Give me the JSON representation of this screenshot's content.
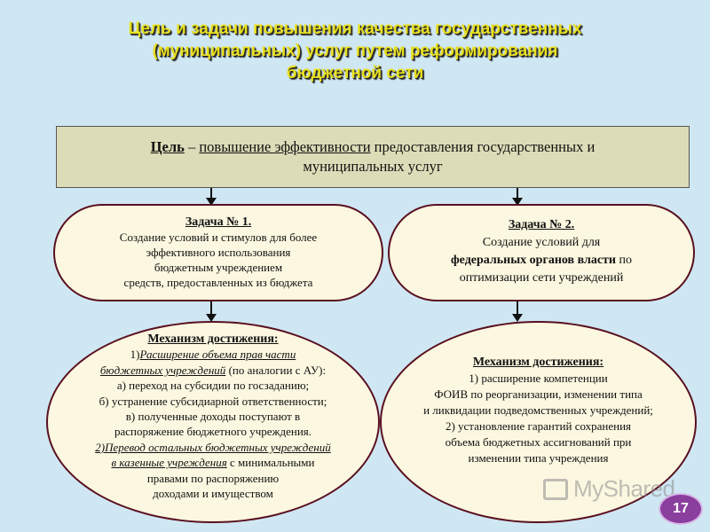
{
  "title": {
    "line1": "Цель и задачи повышения качества государственных",
    "line2": "(муниципальных) услуг путем реформирования",
    "line3": "бюджетной сети"
  },
  "goal": {
    "label": "Цель",
    "dash": " – ",
    "underlined": "повышение эффективности",
    "rest1": " предоставления государственных и",
    "rest2": "муниципальных услуг"
  },
  "task1": {
    "heading": "Задача № 1.",
    "lines": [
      "Создание условий и стимулов для более",
      "эффективного использования",
      "бюджетным учреждением",
      "средств, предоставленных из бюджета"
    ]
  },
  "task2": {
    "heading": "Задача № 2.",
    "line1": "Создание условий для",
    "bold": "федеральных органов власти",
    "line2_rest": " по",
    "line3": "оптимизации сети учреждений"
  },
  "mech1": {
    "heading": "Механизм достижения:",
    "p1_num": "1)",
    "p1_it": "Расширение объема прав части ",
    "p1_it2": "бюджетных учреждений",
    "p1_rest": " (по аналогии с АУ):",
    "a": "а) переход на субсидии по госзаданию;",
    "b": "б) устранение субсидиарной ответственности;",
    "c1": "в) полученные доходы поступают в",
    "c2": "распоряжение бюджетного учреждения.",
    "p2_it": "2)Перевод остальных бюджетных учреждений",
    "p2_it2": " в казенные учреждения",
    "p2_rest": " с минимальными",
    "p2_l3": "правами по распоряжению",
    "p2_l4": "доходами и имуществом"
  },
  "mech2": {
    "heading": "Механизм достижения: ",
    "lines": [
      "1) расширение компетенции",
      "ФОИВ по реорганизации, изменении типа",
      "и ликвидации подведомственных учреждений;",
      "2) установление гарантий сохранения",
      "объема бюджетных ассигнований при",
      "изменении типа учреждения"
    ]
  },
  "watermark": "MyShared",
  "page_number": "17"
}
